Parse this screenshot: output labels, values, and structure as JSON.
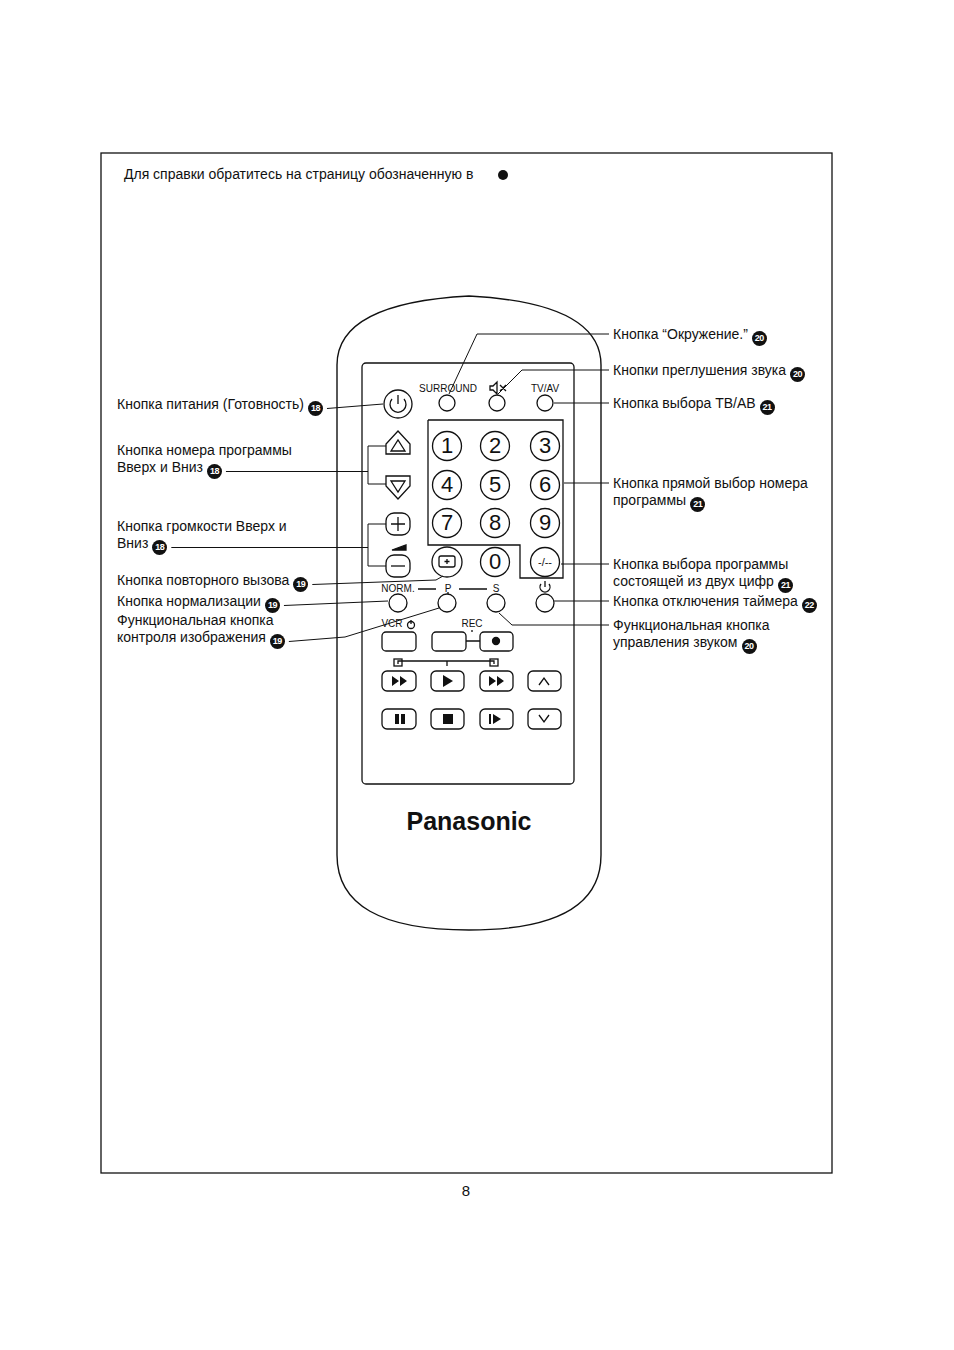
{
  "diagram": {
    "nodes": [
      {
        "text": [
          "Panasonic"
        ]
      },
      {
        "text": [
          "1"
        ],
        "in": 0
      },
      {
        "text": [
          "2"
        ],
        "in": 0
      },
      {
        "text": [
          "3"
        ],
        "in": 0
      },
      {
        "text": [
          "4"
        ],
        "in": 0
      },
      {
        "text": [
          "5"
        ],
        "in": 0
      },
      {
        "text": [
          "6"
        ],
        "in": 0
      },
      {
        "text": [
          "7"
        ],
        "in": 0
      },
      {
        "text": [
          "8"
        ],
        "in": 0
      },
      {
        "text": [
          "9"
        ],
        "in": 0
      },
      {
        "text": [
          "0"
        ],
        "in": 0
      },
      {
        "text": [
          "-/--"
        ],
        "in": 0
      }
    ],
    "labels": [
      "Для справки обратитесь на страницу обозначенную в",
      "Кнопка “Окружение.”",
      "20",
      "Кнопки преглушения звука",
      "20",
      "Кнопка выбора ТВ/АВ",
      "21",
      "Кнопка прямой выбор номера программы",
      "21",
      "Кнопка выбора программы состоящей из двух цифр",
      "21",
      "Кнопка отключения таймера",
      "22",
      "Функциональная кнопка управления звуком",
      "20",
      "Кнопка питания (Готовность)",
      "18",
      "Кнопка номера программы Вверх и Вниз",
      "18",
      "Кнопка громкости Вверх и Вниз",
      "18",
      "Кнопка повторного вызова",
      "19",
      "Кнопка нормализации",
      "19",
      "Функциональная кнопка контроля изображения",
      "19",
      "SURROUND",
      "TV/AV",
      "NORM.",
      "P",
      "S",
      "VCR",
      "REC",
      "8"
    ]
  }
}
